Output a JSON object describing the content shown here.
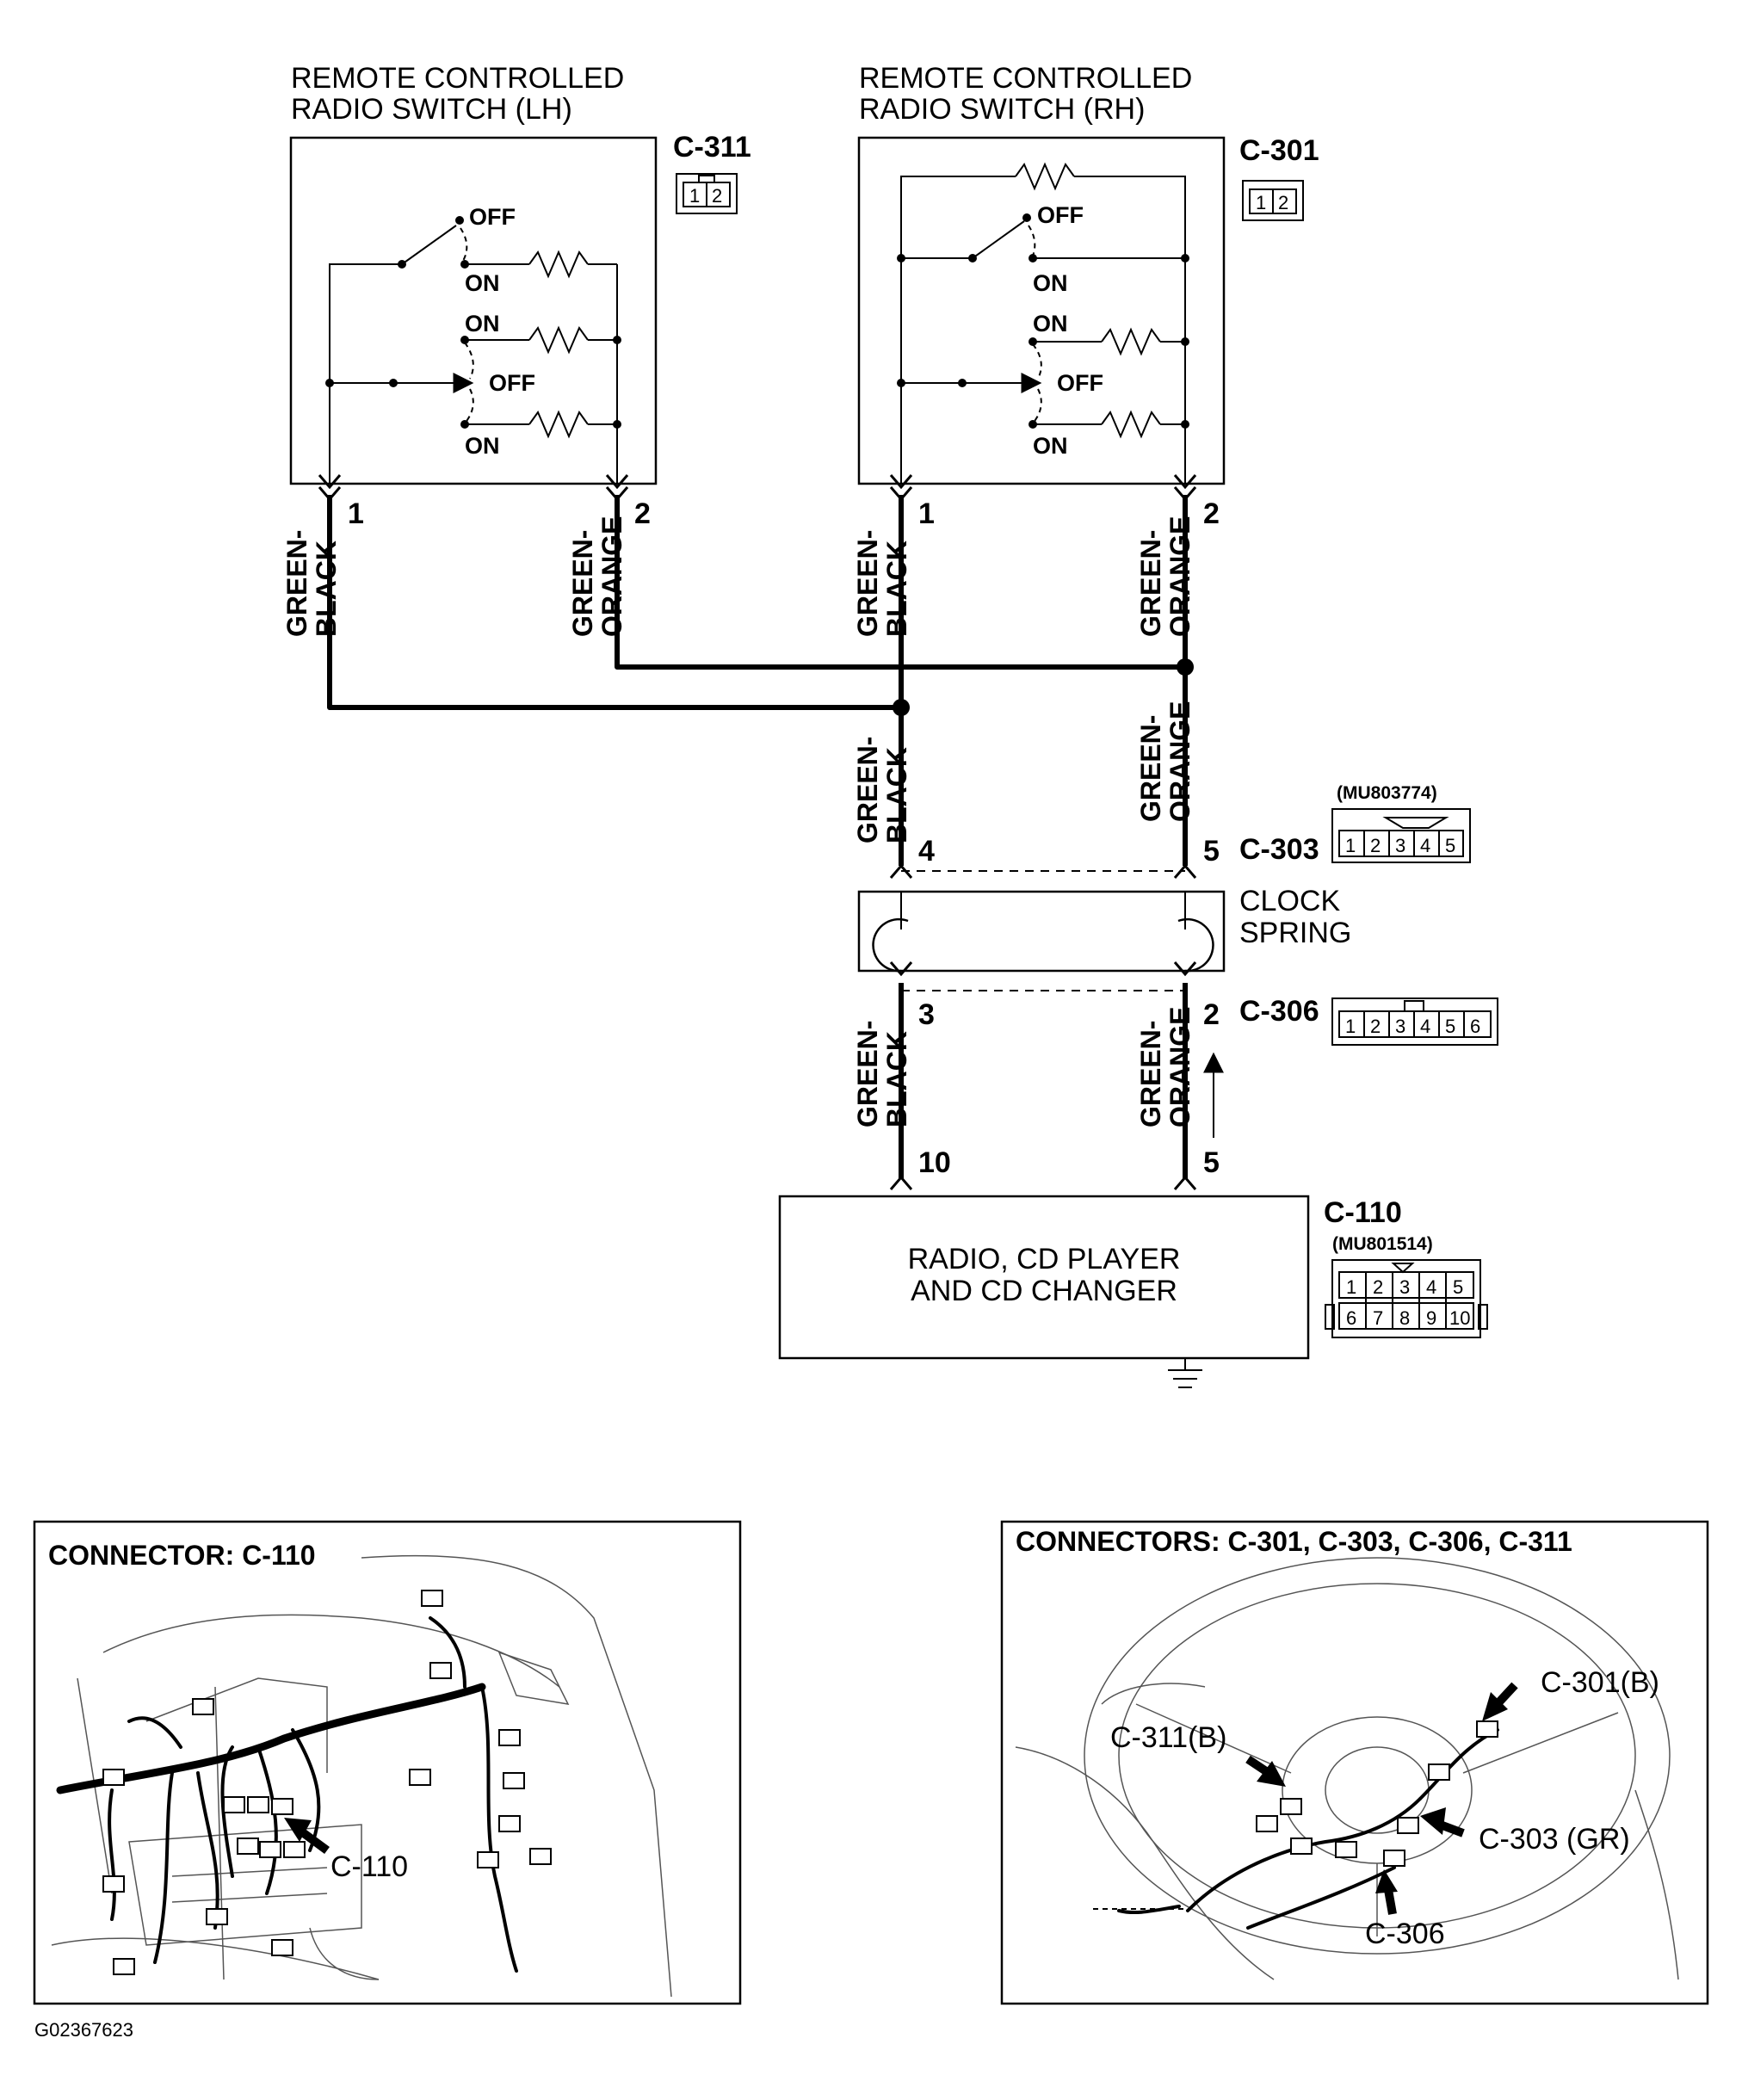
{
  "components": {
    "switch_lh": {
      "line1": "REMOTE CONTROLLED",
      "line2": "RADIO SWITCH (LH)",
      "connector": "C-311",
      "pins": [
        "1",
        "2"
      ]
    },
    "switch_rh": {
      "line1": "REMOTE CONTROLLED",
      "line2": "RADIO SWITCH (RH)",
      "connector": "C-301",
      "pins": [
        "1",
        "2"
      ]
    },
    "clock_spring": {
      "line1": "CLOCK",
      "line2": "SPRING"
    },
    "radio": {
      "line1": "RADIO, CD PLAYER",
      "line2": "AND CD CHANGER",
      "connector": "C-110",
      "part_no": "(MU801514)"
    }
  },
  "switch_states": {
    "off": "OFF",
    "on": "ON"
  },
  "wires": {
    "green_black": [
      "GREEN-",
      "BLACK"
    ],
    "green_orange": [
      "GREEN-",
      "ORANGE"
    ]
  },
  "pins": {
    "lh_1": "1",
    "lh_2": "2",
    "rh_1": "1",
    "rh_2": "2",
    "c303_4": "4",
    "c303_5": "5",
    "c306_3": "3",
    "c306_2": "2",
    "c110_10": "10",
    "c110_5": "5"
  },
  "connectors": {
    "c303": {
      "id": "C-303",
      "part_no": "(MU803774)",
      "pins": [
        "1",
        "2",
        "3",
        "4",
        "5"
      ]
    },
    "c306": {
      "id": "C-306",
      "pins": [
        "1",
        "2",
        "3",
        "4",
        "5",
        "6"
      ]
    },
    "c110": {
      "pins_top": [
        "1",
        "2",
        "3",
        "4",
        "5"
      ],
      "pins_bottom": [
        "6",
        "7",
        "8",
        "9",
        "10"
      ]
    }
  },
  "locator_panels": {
    "left": {
      "title": "CONNECTOR: C-110",
      "callouts": [
        "C-110"
      ]
    },
    "right": {
      "title": "CONNECTORS: C-301, C-303, C-306, C-311",
      "callouts": [
        "C-301(B)",
        "C-311(B)",
        "C-303 (GR)",
        "C-306"
      ]
    }
  },
  "figure_id": "G02367623"
}
